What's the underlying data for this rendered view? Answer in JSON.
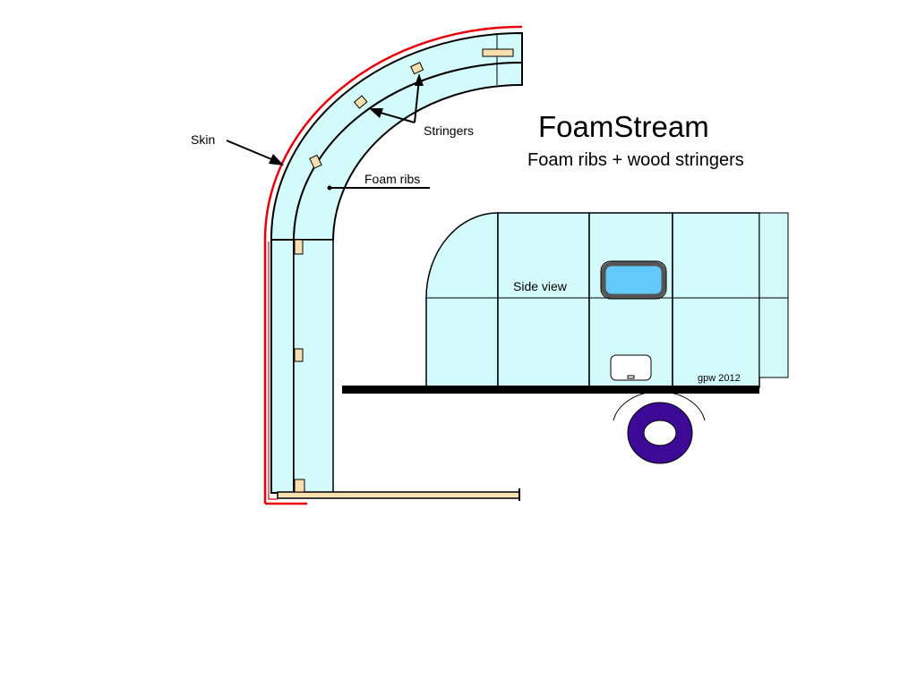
{
  "title": "FoamStream",
  "subtitle": "Foam ribs + wood stringers",
  "labels": {
    "skin": "Skin",
    "stringers": "Stringers",
    "foam_ribs": "Foam ribs",
    "side_view": "Side view",
    "credit": "gpw 2012"
  },
  "colors": {
    "foam": "#d4fbfb",
    "wood": "#f7dfb0",
    "skin": "#e8000b",
    "window": "#63c9fb",
    "wheel": "#3c0a96",
    "frame": "#000000"
  }
}
